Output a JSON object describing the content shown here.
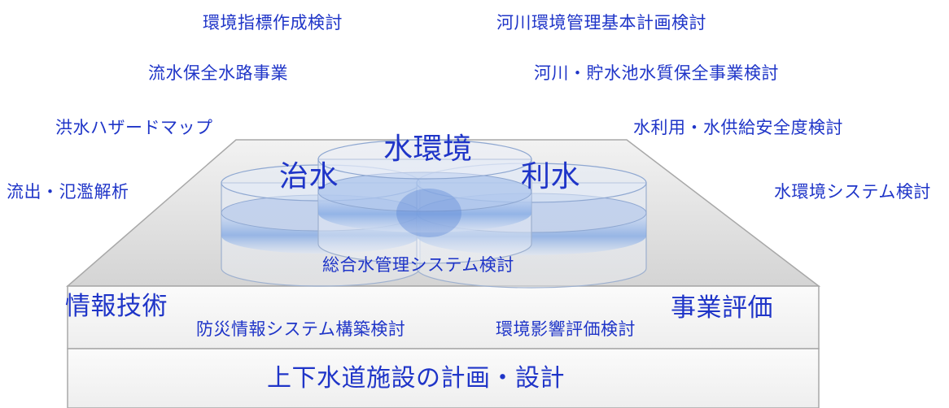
{
  "colors": {
    "text": "#1f35c8",
    "block_top": "#e6e6e6",
    "block_front": "#f7f7f7",
    "block_edge": "#9a9a9a",
    "water": "#5b8fdb"
  },
  "outer_topics": {
    "env_indicator": "環境指標作成検討",
    "river_env_plan": "河川環境管理基本計画検討",
    "flow_channel": "流水保全水路事業",
    "reservoir_quality": "河川・貯水池水質保全事業検討",
    "flood_hazard_map": "洪水ハザードマップ",
    "water_supply_safety": "水利用・水供給安全度検討",
    "runoff_analysis": "流出・氾濫解析",
    "water_env_system": "水環境システム検討"
  },
  "circles": {
    "flood_control": "治水",
    "water_environment": "水環境",
    "water_use": "利水"
  },
  "integrated_label": "総合水管理システム検討",
  "middle_tier": {
    "left_title": "情報技術",
    "right_title": "事業評価",
    "disaster_info": "防災情報システム構築検討",
    "env_impact": "環境影響評価検討"
  },
  "base_tier": {
    "title": "上下水道施設の計画・設計"
  }
}
